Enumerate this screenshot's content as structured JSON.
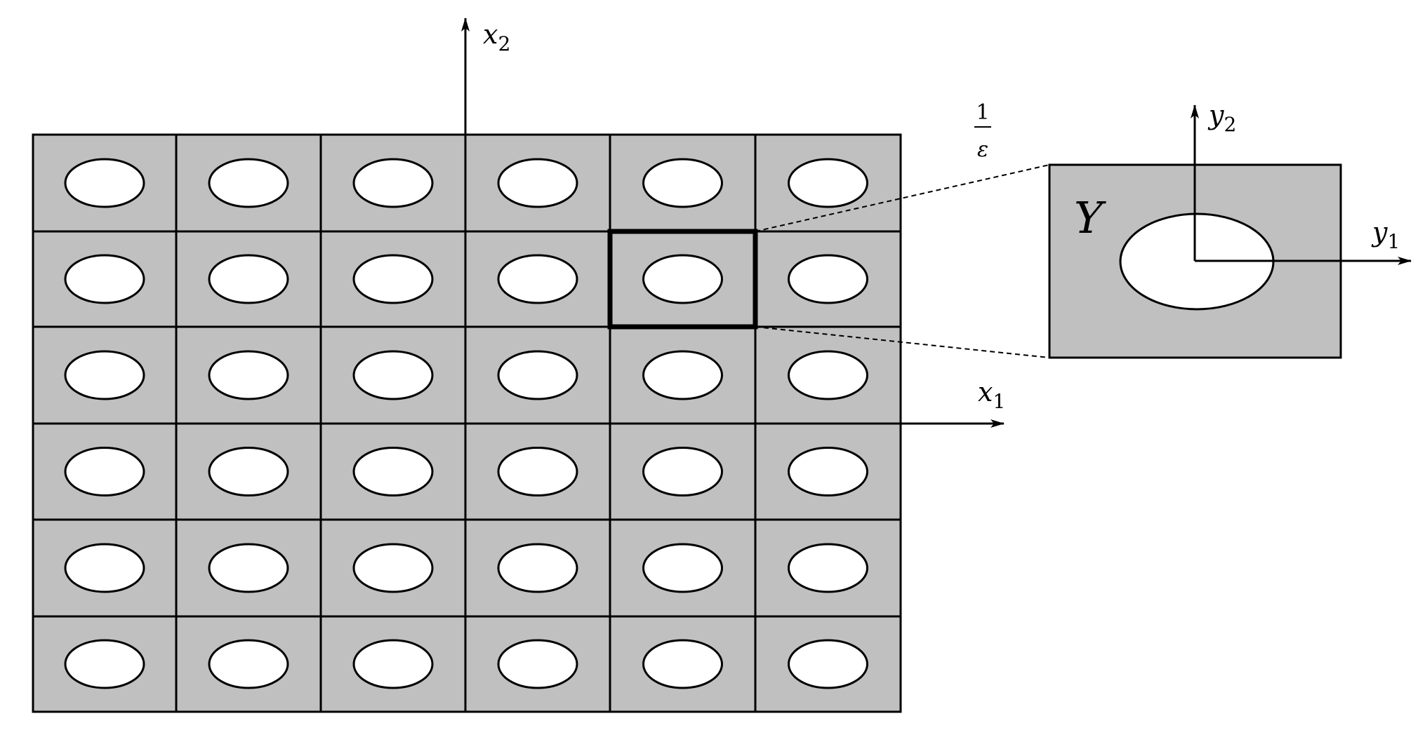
{
  "diagram": {
    "grid_rows": 6,
    "grid_cols": 6,
    "highlighted_cell": {
      "row": 2,
      "col": 5
    },
    "colors": {
      "matrix_fill": "#c0c0c0",
      "inclusion_fill": "#ffffff",
      "stroke": "#000000"
    },
    "labels": {
      "x1": {
        "var": "x",
        "sub": "1"
      },
      "x2": {
        "var": "x",
        "sub": "2"
      },
      "y1": {
        "var": "y",
        "sub": "1"
      },
      "y2": {
        "var": "y",
        "sub": "2"
      },
      "cell": "Y",
      "scale_num": "1",
      "scale_den": "ε"
    }
  }
}
